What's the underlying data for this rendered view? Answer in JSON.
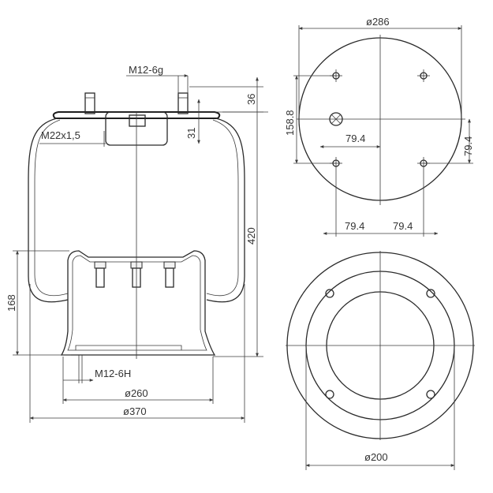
{
  "labels": {
    "thread_top": "M12-6g",
    "thread_air": "M22x1,5",
    "height_36": "36",
    "height_31": "31",
    "height_420": "420",
    "height_168": "168",
    "thread_bottom": "M12-6H",
    "dia_260": "ø260",
    "dia_370": "ø370",
    "dia_286": "ø286",
    "dim_158_8": "158.8",
    "dim_79_4_inner": "79.4",
    "dim_79_4_right": "79.4",
    "dim_79_4_bottom_left": "79.4",
    "dim_79_4_bottom_right": "79.4",
    "dia_200": "ø200"
  }
}
